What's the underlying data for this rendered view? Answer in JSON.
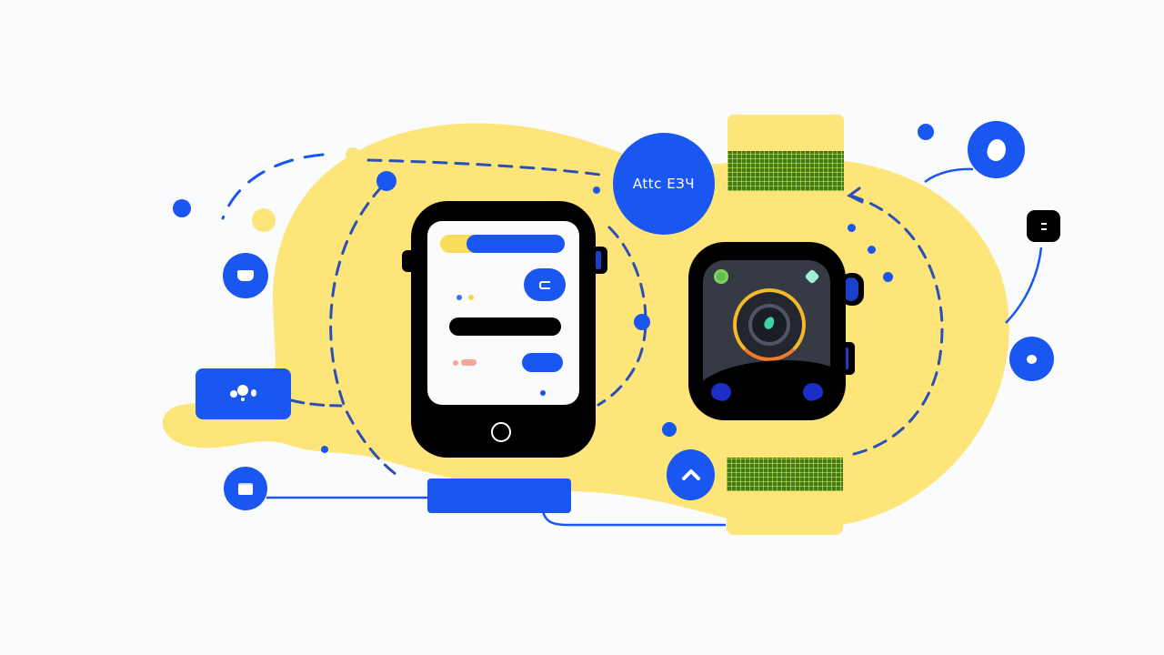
{
  "illustration": {
    "type": "flat vector illustration",
    "subject": "smartphone and smartwatch connected via dashed lines",
    "colors": {
      "background": "#fafbfd",
      "accent_blue": "#1a56f0",
      "blob_yellow": "#fde579",
      "device_black": "#000000",
      "watch_screen": "#353a45",
      "strap_weave_green": "#3f7a1c",
      "ring_gold": "#f5b82a",
      "ring_orange": "#f07a2a"
    }
  },
  "center_badge": {
    "label": "Attc ЕЗЧ",
    "icon": "text-badge"
  },
  "phone": {
    "screen_elements": [
      {
        "kind": "progress-bar",
        "fill": "blue",
        "track": "yellow"
      },
      {
        "kind": "chat-bubble-icon-button",
        "icon": "link-icon"
      },
      {
        "kind": "typing-dots",
        "colors": [
          "#3b6ef5",
          "#f5d84a"
        ]
      },
      {
        "kind": "black-bar"
      },
      {
        "kind": "pink-dots",
        "colors": [
          "#f2a79c",
          "#f2a79c"
        ]
      },
      {
        "kind": "blue-pill-button"
      },
      {
        "kind": "blue-dot"
      }
    ],
    "home_button": "circle-outline"
  },
  "watch": {
    "face": {
      "center_ring": "gold-gradient ring",
      "center_icon": "leaf-drop-icon",
      "top_left_icon": "swirl-icon",
      "top_right_icon": "gem-icon",
      "bottom_buttons": [
        "blue-dot",
        "blue-dot"
      ]
    },
    "crown_buttons": [
      "blue crown",
      "blue side button"
    ]
  },
  "floating_icons": [
    {
      "name": "cup-icon-badge",
      "shape": "circle"
    },
    {
      "name": "cloud-people-tag",
      "shape": "rounded-rect"
    },
    {
      "name": "card-icon-badge",
      "shape": "circle"
    },
    {
      "name": "blank-blue-bar",
      "shape": "rounded-rect"
    },
    {
      "name": "chevron-up-badge",
      "shape": "circle",
      "glyph": "^"
    },
    {
      "name": "ring-badge-large",
      "shape": "circle"
    },
    {
      "name": "chat-square-black",
      "shape": "rounded-square"
    },
    {
      "name": "ring-badge-small",
      "shape": "circle"
    }
  ]
}
